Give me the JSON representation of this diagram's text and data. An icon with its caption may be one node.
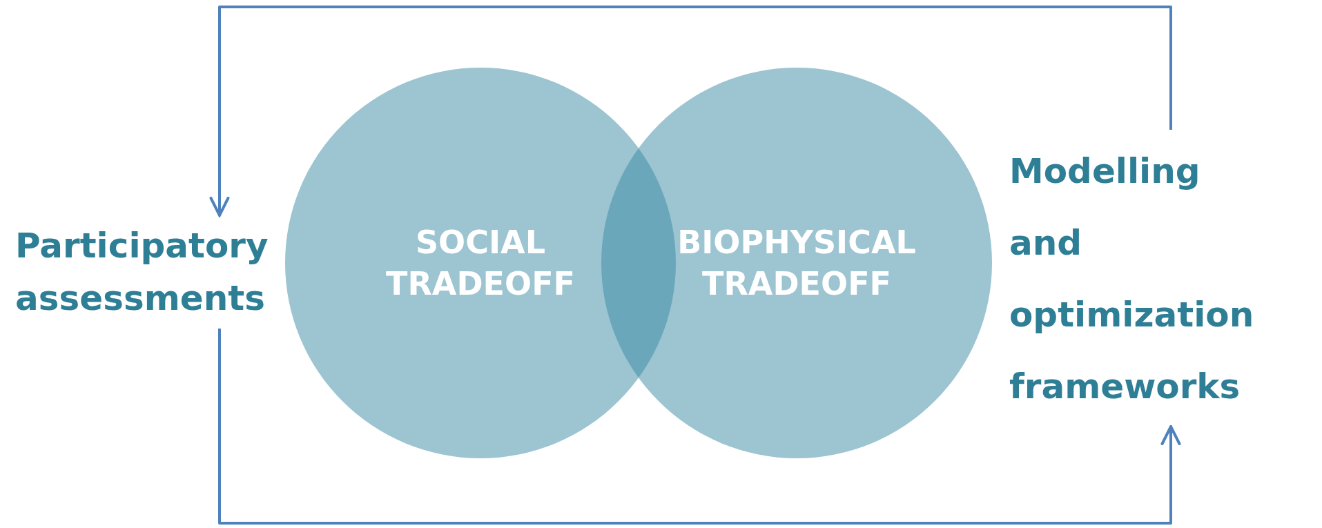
{
  "diagram": {
    "nodes": [
      {
        "text": [
          "Participatory assessments"
        ]
      },
      {
        "text": [
          "SOCIAL TRADEOFF"
        ]
      },
      {
        "text": [
          "BIOPHYSICAL TRADEOFF"
        ]
      },
      {
        "text": [
          "Modelling and optimization frameworks"
        ]
      }
    ],
    "edges": [
      {
        "from": 3,
        "to": 0,
        "arrow": "to"
      },
      {
        "from": 0,
        "to": 3,
        "arrow": "to"
      }
    ]
  }
}
